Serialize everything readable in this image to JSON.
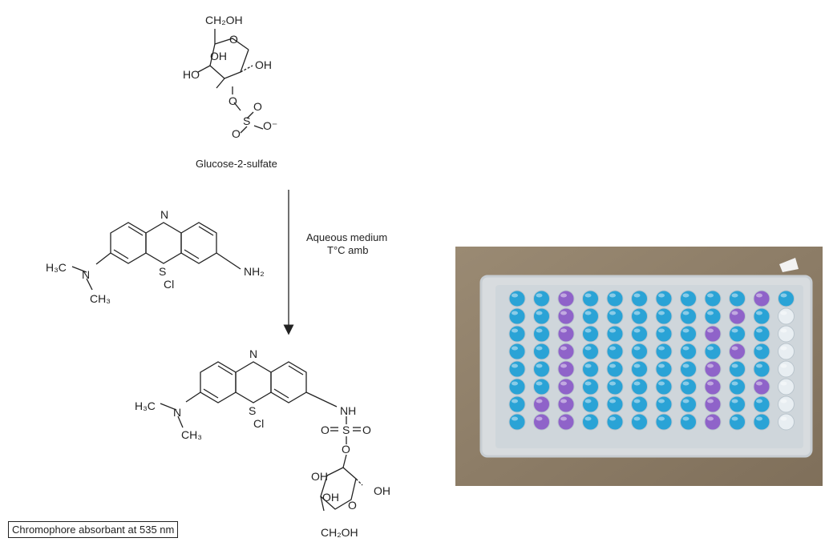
{
  "glucose": {
    "name": "Glucose-2-sulfate",
    "labels": {
      "ch2oh": "CH₂OH",
      "ring_o": "O",
      "oh_inner": "OH",
      "oh_anomeric": "OH",
      "ho_left": "HO",
      "o_link": "O",
      "s": "S",
      "o_top": "O",
      "o_bottom": "O",
      "o_minus": "O⁻"
    }
  },
  "reaction": {
    "condition_line1": "Aqueous medium",
    "condition_line2": "T°C amb"
  },
  "reactant_dye": {
    "n_ring": "N",
    "s_ring": "S",
    "cl": "Cl",
    "h3c": "H₃C",
    "n_amine": "N",
    "ch3": "CH₃",
    "nh2": "NH₂"
  },
  "product": {
    "n_ring": "N",
    "s_ring": "S",
    "cl": "Cl",
    "h3c": "H₃C",
    "n_amine": "N",
    "ch3": "CH₃",
    "nh": "NH",
    "o_left": "O",
    "s_center": "S",
    "o_right": "O",
    "o_link": "O",
    "oh_top": "OH",
    "oh_mid": "OH",
    "oh_right": "OH",
    "ring_o": "O",
    "ch2oh": "CH₂OH"
  },
  "chromophore_note": "Chromophore absorbant at 535 nm",
  "plate": {
    "background": "#8f7e68",
    "well_colors": {
      "blue": "#2aa3d6",
      "purple": "#8f63c9",
      "empty": "#e8eef2"
    }
  }
}
